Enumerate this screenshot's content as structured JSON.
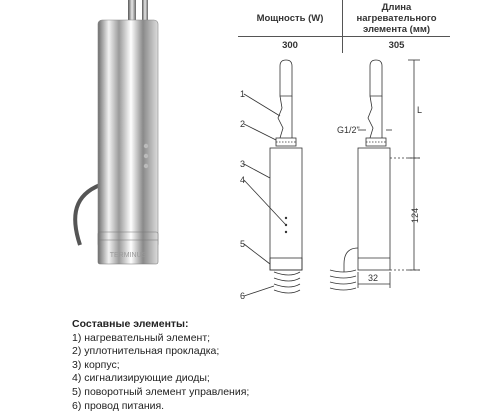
{
  "table": {
    "col1_header": "Мощность (W)",
    "col2_header": "Длина нагревательного элемента (мм)",
    "rows": [
      {
        "power": "300",
        "length": "305"
      }
    ]
  },
  "drawing": {
    "callouts": [
      "1",
      "2",
      "3",
      "4",
      "5",
      "6"
    ],
    "thread_label": "G1/2\"",
    "dim_length_label": "L",
    "dim_body_label": "124",
    "dim_diameter_label": "32"
  },
  "photo": {
    "brand_text": "TERMINUS"
  },
  "legend": {
    "title": "Составные элементы:",
    "items": [
      "1) нагревательный элемент;",
      "2) уплотнительная прокладка;",
      "3) корпус;",
      "4) сигнализирующие диоды;",
      "5) поворотный элемент управления;",
      "6) провод питания."
    ]
  }
}
